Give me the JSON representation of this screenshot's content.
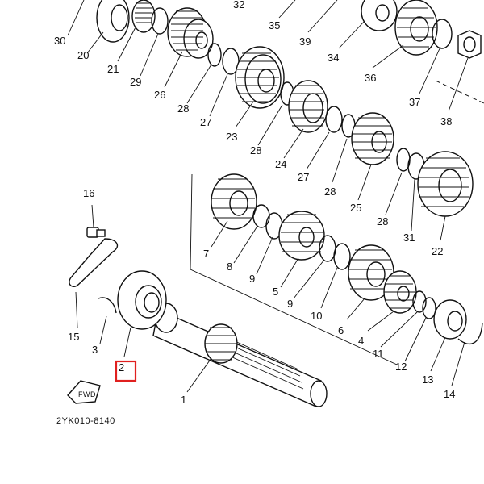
{
  "diagram": {
    "part_code": "2YK010-8140",
    "fwd_label": "FWD",
    "highlight_color": "#e0201f",
    "callouts": [
      "30",
      "20",
      "21",
      "29",
      "26",
      "28",
      "27",
      "23",
      "32",
      "35",
      "39",
      "34",
      "36",
      "37",
      "38",
      "24",
      "25",
      "22",
      "31",
      "16",
      "7",
      "8",
      "9",
      "5",
      "10",
      "6",
      "4",
      "11",
      "12",
      "13",
      "14",
      "15",
      "3",
      "2",
      "1"
    ]
  }
}
